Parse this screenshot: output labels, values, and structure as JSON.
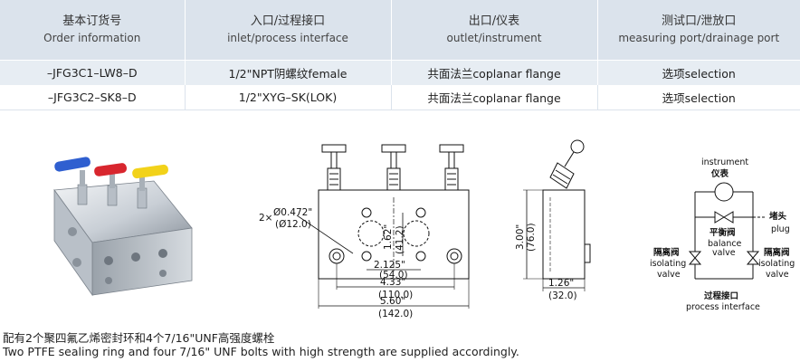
{
  "table": {
    "headers": [
      {
        "zh": "基本订货号",
        "en": "Order information"
      },
      {
        "zh": "入口/过程接口",
        "en": "inlet/process interface"
      },
      {
        "zh": "出口/仪表",
        "en": "outlet/instrument"
      },
      {
        "zh": "测试口/泄放口",
        "en": "measuring port/drainage port"
      }
    ],
    "rows": [
      [
        "–JFG3C1–LW8–D",
        "1/2\"NPT阴螺纹female",
        "共面法兰coplanar flange",
        "选项selection"
      ],
      [
        "–JFG3C2–SK8–D",
        "1/2\"XYG–SK(LOK)",
        "共面法兰coplanar flange",
        "选项selection"
      ]
    ]
  },
  "front_view": {
    "hole_note_prefix": "2×",
    "hole_dia_in": "Ø0.472\"",
    "hole_dia_mm": "(Ø12.0)",
    "dim_v_in": "1.62\"",
    "dim_v_mm": "(41.2)",
    "dim_2125_in": "2.125\"",
    "dim_2125_mm": "(54.0)",
    "dim_433_in": "4.33\"",
    "dim_433_mm": "(110.0)",
    "dim_560_in": "5.60\"",
    "dim_560_mm": "(142.0)"
  },
  "side_view": {
    "height_in": "3.00\"",
    "height_mm": "(76.0)",
    "depth_in": "1.26\"",
    "depth_mm": "(32.0)"
  },
  "schematic": {
    "instrument_en": "instrument",
    "instrument_zh": "仪表",
    "plug_zh": "堵头",
    "plug_en": "plug",
    "balance_zh": "平衡阀",
    "balance_en": "balance",
    "balance_en2": "valve",
    "isolating_left_zh": "隔离阀",
    "isolating_left_en": "isolating",
    "isolating_left_en2": "valve",
    "isolating_right_zh": "隔离阀",
    "isolating_right_en": "isolating",
    "isolating_right_en2": "valve",
    "process_zh": "过程接口",
    "process_en": "process interface"
  },
  "notes": {
    "zh": "配有2个聚四氟乙烯密封环和4个7/16\"UNF高强度螺栓",
    "en": "Two PTFE sealing ring and four 7/16\" UNF bolts with high strength are supplied accordingly."
  },
  "colors": {
    "header_bg": "#dbe3ec",
    "row_bg": "#e7edf3",
    "handle_blue": "#2f5fd0",
    "handle_red": "#d8262e",
    "handle_yellow": "#f2d21a"
  }
}
